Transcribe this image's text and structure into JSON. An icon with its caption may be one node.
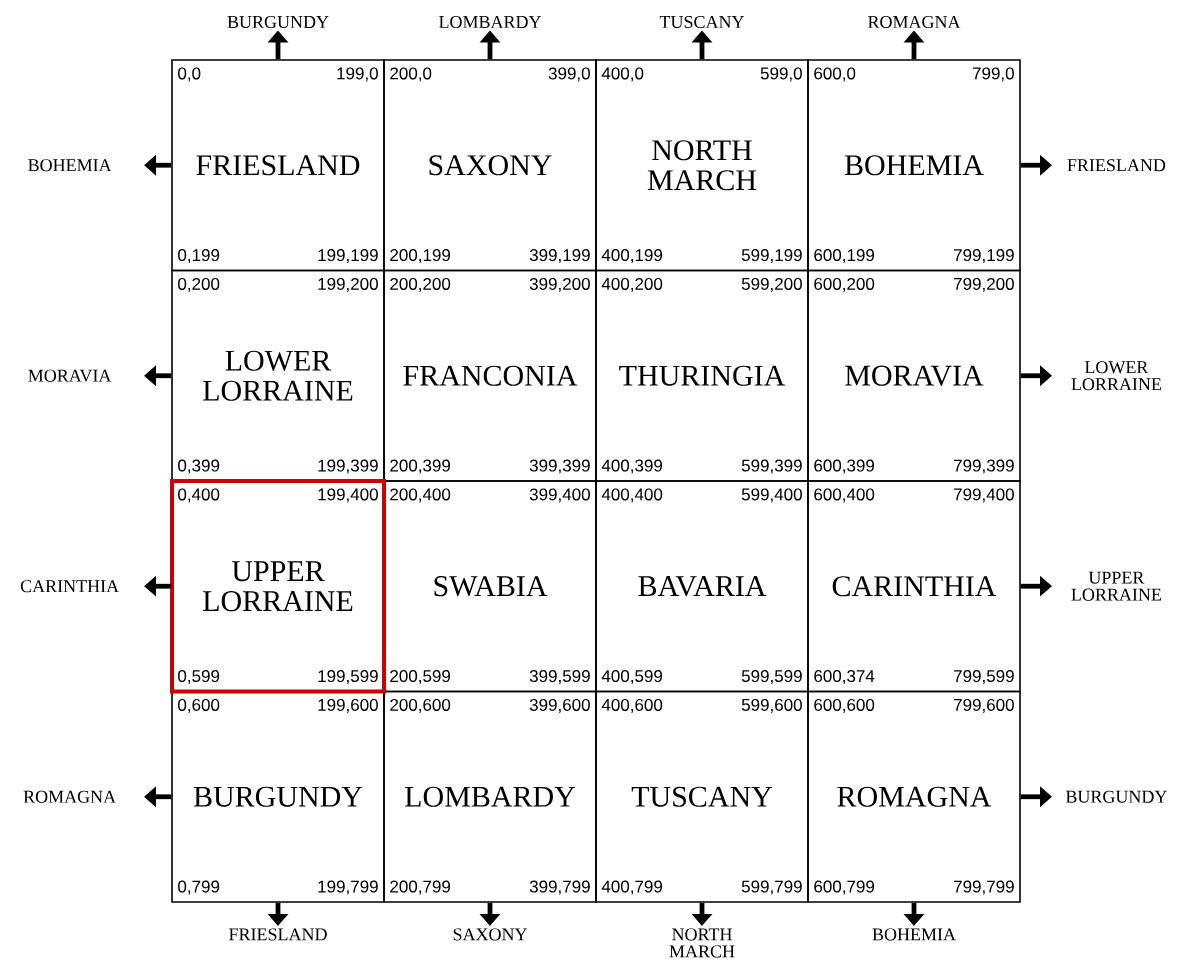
{
  "diagram": {
    "nodes": [
      {
        "text": [
          "FRIESLAND",
          "0,0",
          "199,0",
          "0,199",
          "199,199"
        ]
      },
      {
        "text": [
          "SAXONY",
          "200,0",
          "399,0",
          "200,199",
          "399,199"
        ]
      },
      {
        "text": [
          "NORTH MARCH",
          "400,0",
          "599,0",
          "400,199",
          "599,199"
        ]
      },
      {
        "text": [
          "BOHEMIA",
          "600,0",
          "799,0",
          "600,199",
          "799,199"
        ]
      },
      {
        "text": [
          "LOWER LORRAINE",
          "0,200",
          "199,200",
          "0,399",
          "199,399"
        ]
      },
      {
        "text": [
          "FRANCONIA",
          "200,200",
          "399,200",
          "200,399",
          "399,399"
        ]
      },
      {
        "text": [
          "THURINGIA",
          "400,200",
          "599,200",
          "400,399",
          "599,399"
        ]
      },
      {
        "text": [
          "MORAVIA",
          "600,200",
          "799,200",
          "600,399",
          "799,399"
        ]
      },
      {
        "text": [
          "UPPER LORRAINE",
          "0,400",
          "199,400",
          "0,599",
          "199,599"
        ]
      },
      {
        "text": [
          "SWABIA",
          "200,400",
          "399,400",
          "200,599",
          "399,599"
        ]
      },
      {
        "text": [
          "BAVARIA",
          "400,400",
          "599,400",
          "400,599",
          "599,599"
        ]
      },
      {
        "text": [
          "CARINTHIA",
          "600,400",
          "799,400",
          "600,374",
          "799,599"
        ]
      },
      {
        "text": [
          "BURGUNDY",
          "0,600",
          "199,600",
          "0,799",
          "199,799"
        ]
      },
      {
        "text": [
          "LOMBARDY",
          "200,600",
          "399,600",
          "200,799",
          "399,799"
        ]
      },
      {
        "text": [
          "TUSCANY",
          "400,600",
          "599,600",
          "400,799",
          "599,799"
        ]
      },
      {
        "text": [
          "ROMAGNA",
          "600,600",
          "799,600",
          "600,799",
          "799,799"
        ]
      },
      {
        "text": [
          "BURGUNDY"
        ]
      },
      {
        "text": [
          "LOMBARDY"
        ]
      },
      {
        "text": [
          "TUSCANY"
        ]
      },
      {
        "text": [
          "ROMAGNA"
        ]
      },
      {
        "text": [
          "BOHEMIA"
        ]
      },
      {
        "text": [
          "FRIESLAND"
        ]
      },
      {
        "text": [
          "MORAVIA"
        ]
      },
      {
        "text": [
          "LOWER LORRAINE"
        ]
      },
      {
        "text": [
          "CARINTHIA"
        ]
      },
      {
        "text": [
          "UPPER LORRAINE"
        ]
      },
      {
        "text": [
          "ROMAGNA"
        ]
      },
      {
        "text": [
          "BURGUNDY"
        ]
      },
      {
        "text": [
          "FRIESLAND"
        ]
      },
      {
        "text": [
          "SAXONY"
        ]
      },
      {
        "text": [
          "NORTH MARCH"
        ]
      },
      {
        "text": [
          "BOHEMIA"
        ]
      }
    ],
    "edges": [
      {
        "from": 0,
        "to": 16,
        "arrow": "to"
      },
      {
        "from": 1,
        "to": 17,
        "arrow": "to"
      },
      {
        "from": 2,
        "to": 18,
        "arrow": "to"
      },
      {
        "from": 3,
        "to": 19,
        "arrow": "to"
      },
      {
        "from": 0,
        "to": 20,
        "arrow": "to"
      },
      {
        "from": 3,
        "to": 21,
        "arrow": "to"
      },
      {
        "from": 4,
        "to": 22,
        "arrow": "to"
      },
      {
        "from": 7,
        "to": 23,
        "arrow": "to"
      },
      {
        "from": 8,
        "to": 24,
        "arrow": "to"
      },
      {
        "from": 11,
        "to": 25,
        "arrow": "to"
      },
      {
        "from": 12,
        "to": 26,
        "arrow": "to"
      },
      {
        "from": 15,
        "to": 27,
        "arrow": "to"
      },
      {
        "from": 12,
        "to": 28,
        "arrow": "to"
      },
      {
        "from": 13,
        "to": 29,
        "arrow": "to"
      },
      {
        "from": 14,
        "to": 30,
        "arrow": "to"
      },
      {
        "from": 15,
        "to": 31,
        "arrow": "to"
      }
    ]
  }
}
